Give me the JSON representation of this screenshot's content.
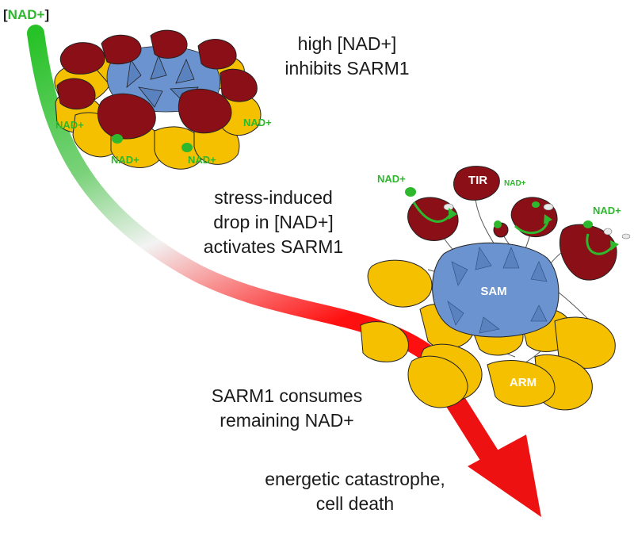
{
  "legend": {
    "open": "[",
    "text": "NAD+",
    "close": "]"
  },
  "captions": {
    "high": [
      "high [NAD+]",
      "inhibits SARM1"
    ],
    "stress": [
      "stress-induced",
      "drop in [NAD+]",
      "activates SARM1"
    ],
    "consumes": [
      "SARM1 consumes",
      "remaining NAD+"
    ],
    "death": [
      "energetic catastrophe,",
      "cell death"
    ]
  },
  "domain_labels": {
    "tir": "TIR",
    "sam": "SAM",
    "arm": "ARM"
  },
  "nad_labels": {
    "inactive_left": "NAD+",
    "inactive_right": "NAD+",
    "inactive_bottom_left": "NAD+",
    "inactive_bottom_right": "NAD+",
    "active_1": "NAD+",
    "active_2": "NAD+",
    "active_3": "NAD+"
  },
  "colors": {
    "tir": "#8b0f17",
    "sam": "#6b93cf",
    "arm": "#f5c000",
    "nad": "#2db82d",
    "gradient_top": "#27c227",
    "gradient_bottom": "#ff1010",
    "arrow": "#ee1111"
  }
}
